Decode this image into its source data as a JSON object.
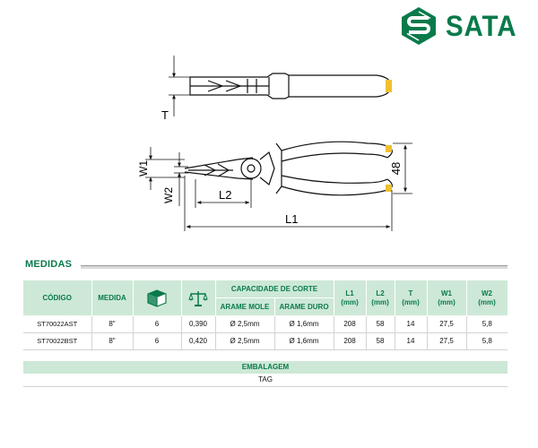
{
  "brand": {
    "name": "SATA",
    "color": "#0a7a4b"
  },
  "drawing": {
    "labels": {
      "t": "T",
      "w1": "W1",
      "w2": "W2",
      "l1": "L1",
      "l2": "L2",
      "height": "48"
    }
  },
  "section": {
    "title": "MEDIDAS"
  },
  "table": {
    "headers": {
      "code": "CÓDIGO",
      "size": "MEDIDA",
      "box_icon": "box-icon",
      "weight_icon": "scale-icon",
      "cut_capacity": "CAPACIDADE DE CORTE",
      "soft_wire": "ARAME MOLE",
      "hard_wire": "ARAME DURO",
      "l1": "L1",
      "l1_unit": "(mm)",
      "l2": "L2",
      "l2_unit": "(mm)",
      "t": "T",
      "t_unit": "(mm)",
      "w1": "W1",
      "w1_unit": "(mm)",
      "w2": "W2",
      "w2_unit": "(mm)"
    },
    "rows": [
      {
        "code": "ST70022AST",
        "size": "8\"",
        "qty": "6",
        "weight": "0,390",
        "soft_wire": "Ø 2,5mm",
        "hard_wire": "Ø 1,6mm",
        "l1": "208",
        "l2": "58",
        "t": "14",
        "w1": "27,5",
        "w2": "5,8"
      },
      {
        "code": "ST70022BST",
        "size": "8\"",
        "qty": "6",
        "weight": "0,420",
        "soft_wire": "Ø 2,5mm",
        "hard_wire": "Ø 1,6mm",
        "l1": "208",
        "l2": "58",
        "t": "14",
        "w1": "27,5",
        "w2": "5,8"
      }
    ]
  },
  "packaging": {
    "header": "EMBALAGEM",
    "value": "TAG"
  }
}
